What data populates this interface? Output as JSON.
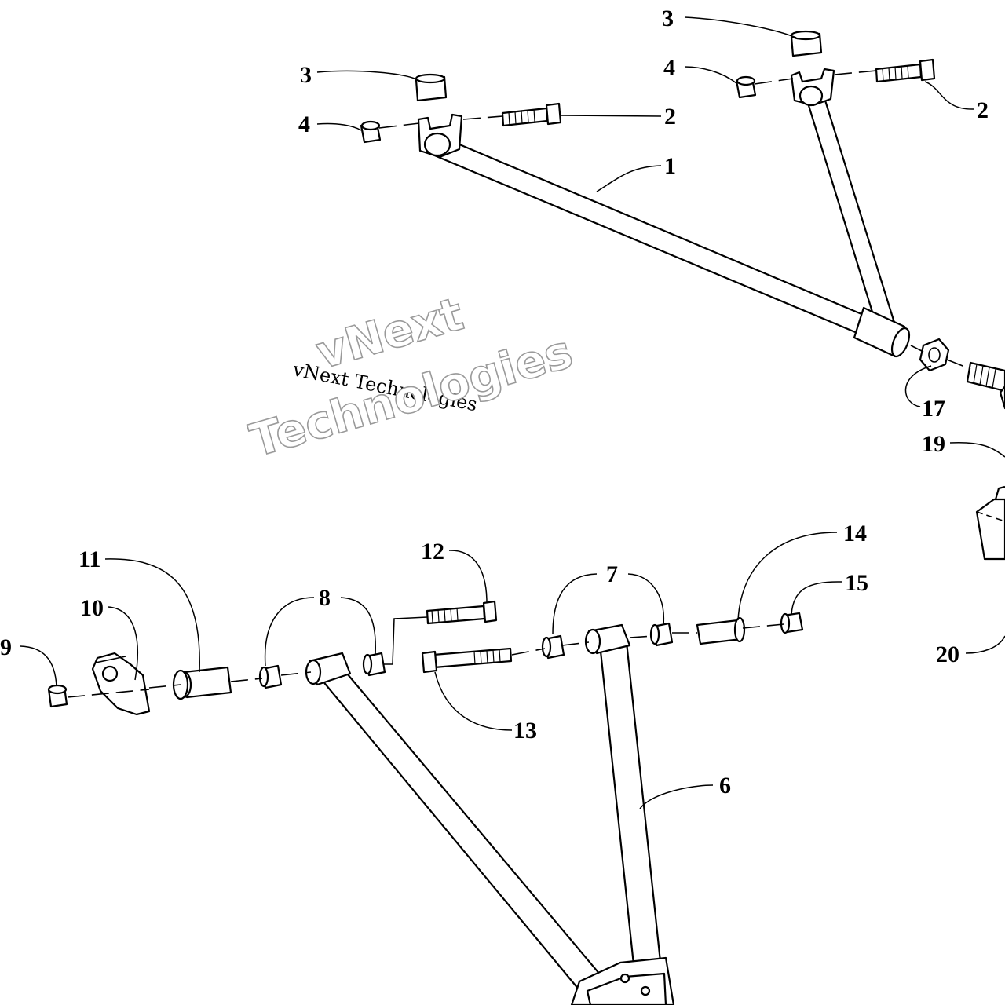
{
  "callouts": {
    "c1": "1",
    "c2a": "2",
    "c2b": "2",
    "c3a": "3",
    "c3b": "3",
    "c4a": "4",
    "c4b": "4",
    "c6": "6",
    "c7": "7",
    "c8": "8",
    "c9": "9",
    "c10": "10",
    "c11": "11",
    "c12": "12",
    "c13": "13",
    "c14": "14",
    "c15": "15",
    "c17": "17",
    "c19": "19",
    "c20": "20"
  },
  "watermark": {
    "small": "vNext Technologies",
    "big_line1": "vNext",
    "big_line2": "Technologies"
  },
  "colors": {
    "line": "#000000",
    "background": "#ffffff",
    "watermark_outline": "#9a9a9a"
  }
}
